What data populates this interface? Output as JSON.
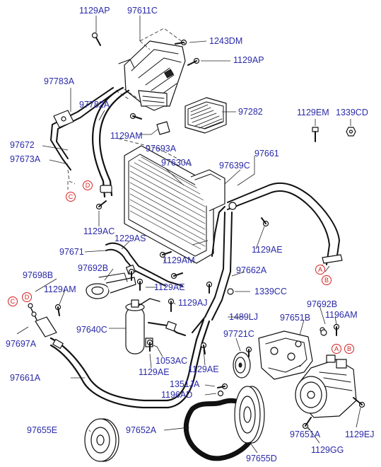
{
  "labels": [
    {
      "id": "L1",
      "text": "1129AP"
    },
    {
      "id": "L2",
      "text": "97611C"
    },
    {
      "id": "L3",
      "text": "1243DM"
    },
    {
      "id": "L4",
      "text": "1129AP"
    },
    {
      "id": "L5",
      "text": "97783A"
    },
    {
      "id": "L6",
      "text": "97782A"
    },
    {
      "id": "L7",
      "text": "97282"
    },
    {
      "id": "L8",
      "text": "1129EM"
    },
    {
      "id": "L9",
      "text": "1339CD"
    },
    {
      "id": "L10",
      "text": "1129AM"
    },
    {
      "id": "L11",
      "text": "97672"
    },
    {
      "id": "L12",
      "text": "97693A"
    },
    {
      "id": "L13",
      "text": "97661"
    },
    {
      "id": "L14",
      "text": "97673A"
    },
    {
      "id": "L15",
      "text": "97630A"
    },
    {
      "id": "L16",
      "text": "97639C"
    },
    {
      "id": "L17",
      "text": "1129AC"
    },
    {
      "id": "L18",
      "text": "1229AS"
    },
    {
      "id": "L19",
      "text": "1129AE"
    },
    {
      "id": "L20",
      "text": "97671"
    },
    {
      "id": "L21",
      "text": "1129AM"
    },
    {
      "id": "L22",
      "text": "97692B"
    },
    {
      "id": "L23",
      "text": "97662A"
    },
    {
      "id": "L24",
      "text": "97698B"
    },
    {
      "id": "L25",
      "text": "1129AE"
    },
    {
      "id": "L26",
      "text": "1339CC"
    },
    {
      "id": "L27",
      "text": "1129AM"
    },
    {
      "id": "L28",
      "text": "1129AJ"
    },
    {
      "id": "L29",
      "text": "97692B"
    },
    {
      "id": "L30",
      "text": "1489LJ"
    },
    {
      "id": "L31",
      "text": "1196AM"
    },
    {
      "id": "L32",
      "text": "97651B"
    },
    {
      "id": "L33",
      "text": "97640C"
    },
    {
      "id": "L34",
      "text": "97721C"
    },
    {
      "id": "L35",
      "text": "97697A"
    },
    {
      "id": "L36",
      "text": "1053AC"
    },
    {
      "id": "L37",
      "text": "1129AE"
    },
    {
      "id": "L38",
      "text": "1129AE"
    },
    {
      "id": "L39",
      "text": "97661A"
    },
    {
      "id": "L40",
      "text": "1351JA"
    },
    {
      "id": "L41",
      "text": "1196AD"
    },
    {
      "id": "L42",
      "text": "97655E"
    },
    {
      "id": "L43",
      "text": "97652A"
    },
    {
      "id": "L44",
      "text": "97651A"
    },
    {
      "id": "L45",
      "text": "1129EJ"
    },
    {
      "id": "L46",
      "text": "1129GG"
    },
    {
      "id": "L47",
      "text": "97655D"
    }
  ],
  "refs": [
    {
      "id": "R1",
      "text": "D"
    },
    {
      "id": "R2",
      "text": "C"
    },
    {
      "id": "R3",
      "text": "A"
    },
    {
      "id": "R4",
      "text": "B"
    },
    {
      "id": "R5",
      "text": "C"
    },
    {
      "id": "R6",
      "text": "D"
    },
    {
      "id": "R7",
      "text": "A"
    },
    {
      "id": "R8",
      "text": "B"
    }
  ]
}
